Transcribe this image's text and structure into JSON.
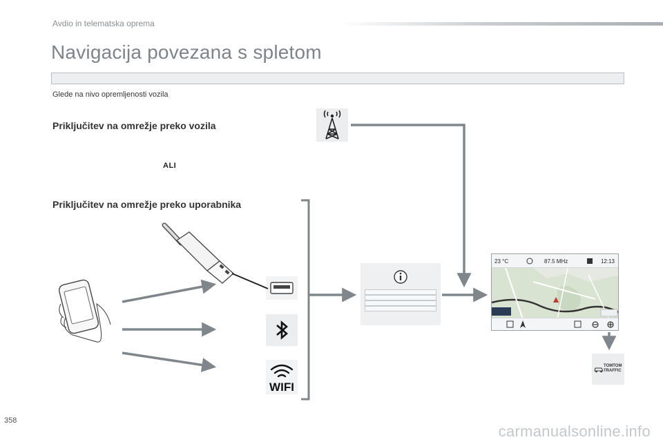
{
  "header": {
    "section": "Avdio in telematska oprema",
    "title": "Navigacija povezana s spletom",
    "subtitle": "Glede na nivo opremljenosti vozila"
  },
  "content": {
    "vehicle_heading": "Priključitev na omrežje preko vozila",
    "or_label": "ALI",
    "user_heading": "Priključitev na omrežje preko uporabnika"
  },
  "icons": {
    "tower": "antenna-tower-icon",
    "usb_cable": "usb-cable-icon",
    "usb_port": "usb-port-icon",
    "bluetooth": "bluetooth-icon",
    "wifi": "wifi-icon",
    "wifi_label": "WIFI",
    "info": "info-icon",
    "tomtom": "tomtom-traffic-icon"
  },
  "nav_screen": {
    "temperature": "23 °C",
    "radio": "87.5 MHz",
    "time": "12:13"
  },
  "tomtom": {
    "line1": "TOMTOM",
    "line2": "TRAFFIC"
  },
  "footer": {
    "page_number": "358",
    "watermark": "carmanualsonline.info"
  },
  "colors": {
    "arrow": "#7f878d",
    "title": "#7d848a",
    "icon_bg": "#ebedef"
  }
}
